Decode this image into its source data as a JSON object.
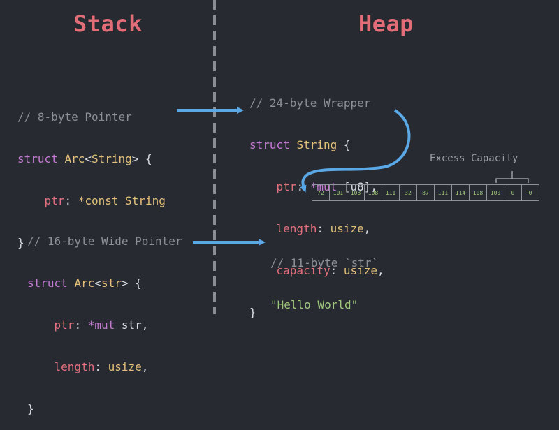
{
  "titles": {
    "stack": "Stack",
    "heap": "Heap"
  },
  "arc_string": {
    "comment": "// 8-byte Pointer",
    "kw": "struct",
    "type": "Arc",
    "lt": "<",
    "param": "String",
    "gt": ">",
    "open": " {",
    "field": "ptr",
    "colon": ": ",
    "ftype": "*const String",
    "close": "}"
  },
  "string_struct": {
    "comment": "// 24-byte Wrapper",
    "kw": "struct",
    "type": "String",
    "open": " {",
    "fields": [
      {
        "name": "ptr",
        "sep": ": ",
        "type": "*mut",
        "rest": " [u8],"
      },
      {
        "name": "length",
        "sep": ": ",
        "type": "usize",
        "rest": ","
      },
      {
        "name": "capacity",
        "sep": ": ",
        "type": "usize",
        "rest": ","
      }
    ],
    "close": "}"
  },
  "arc_str": {
    "comment": "// 16-byte Wide Pointer",
    "kw": "struct",
    "type": "Arc",
    "lt": "<",
    "param": "str",
    "gt": ">",
    "open": " {",
    "fields": [
      {
        "name": "ptr",
        "sep": ": ",
        "type": "*mut",
        "rest": " str,"
      },
      {
        "name": "length",
        "sep": ": ",
        "type": "usize",
        "rest": ","
      }
    ],
    "close": "}"
  },
  "str_data": {
    "comment": "// 11-byte `str`",
    "value": "\"Hello World\""
  },
  "buffer": {
    "bytes": [
      "72",
      "101",
      "108",
      "108",
      "111",
      "32",
      "87",
      "111",
      "114",
      "108",
      "100",
      "0",
      "0"
    ],
    "excess_label": "Excess Capacity"
  },
  "colors": {
    "arrow": "#5aa8e6",
    "divider": "#8a8d94",
    "title": "#e26d79"
  }
}
